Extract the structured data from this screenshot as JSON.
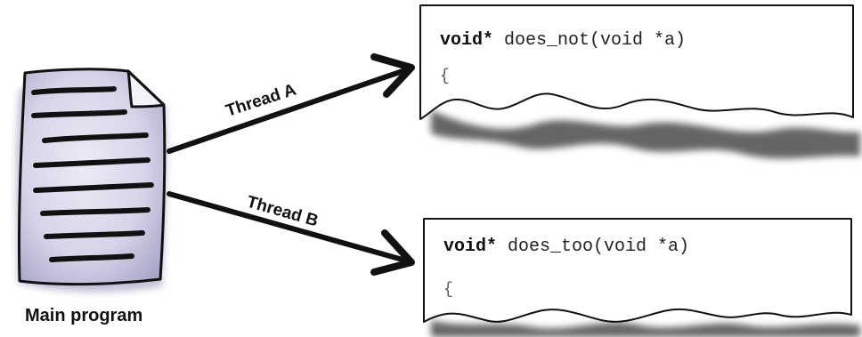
{
  "main_program": {
    "caption": "Main program"
  },
  "threads": [
    {
      "label": "Thread A",
      "code_keyword": "void*",
      "code_rest": " does_not(void *a)",
      "brace": "{"
    },
    {
      "label": "Thread B",
      "code_keyword": "void*",
      "code_rest": " does_too(void *a)",
      "brace": "{"
    }
  ],
  "colors": {
    "document_fill": "#d9d8ea",
    "document_shade": "#a7a5c6",
    "ink": "#111111",
    "card_fill": "#ffffff"
  }
}
